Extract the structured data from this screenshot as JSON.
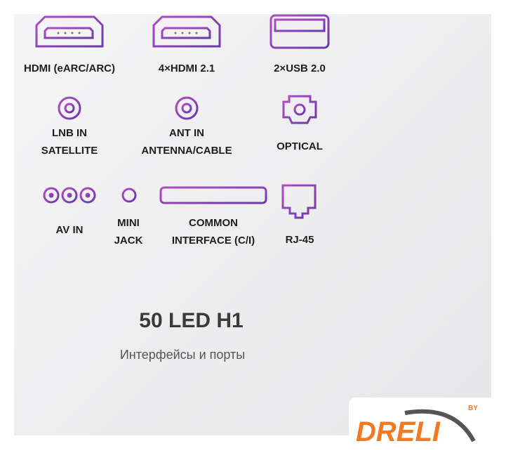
{
  "ports": [
    {
      "label": "HDMI (eARC/ARC)",
      "icon": "hdmi-icon"
    },
    {
      "label": "4×HDMI 2.1",
      "icon": "hdmi-icon"
    },
    {
      "label": "2×USB 2.0",
      "icon": "usb-icon"
    },
    {
      "label": "LNB IN",
      "label2": "SATELLITE",
      "icon": "coax-icon"
    },
    {
      "label": "ANT IN",
      "label2": "ANTENNA/CABLE",
      "icon": "coax-icon"
    },
    {
      "label": "OPTICAL",
      "icon": "optical-icon"
    },
    {
      "label": "AV IN",
      "icon": "rca-icon"
    },
    {
      "label": "MINI",
      "label2": "JACK",
      "icon": "minijack-icon"
    },
    {
      "label": "COMMON",
      "label2": "INTERFACE (C/I)",
      "icon": "ci-slot-icon"
    },
    {
      "label": "RJ-45",
      "icon": "ethernet-icon"
    }
  ],
  "model": "50 LED H1",
  "subtitle": "Интерфейсы и порты",
  "logo": {
    "text": "DRELI",
    "by": "BY"
  },
  "colors": {
    "accent": "#8a3fb3",
    "logo": "#f07a22"
  }
}
